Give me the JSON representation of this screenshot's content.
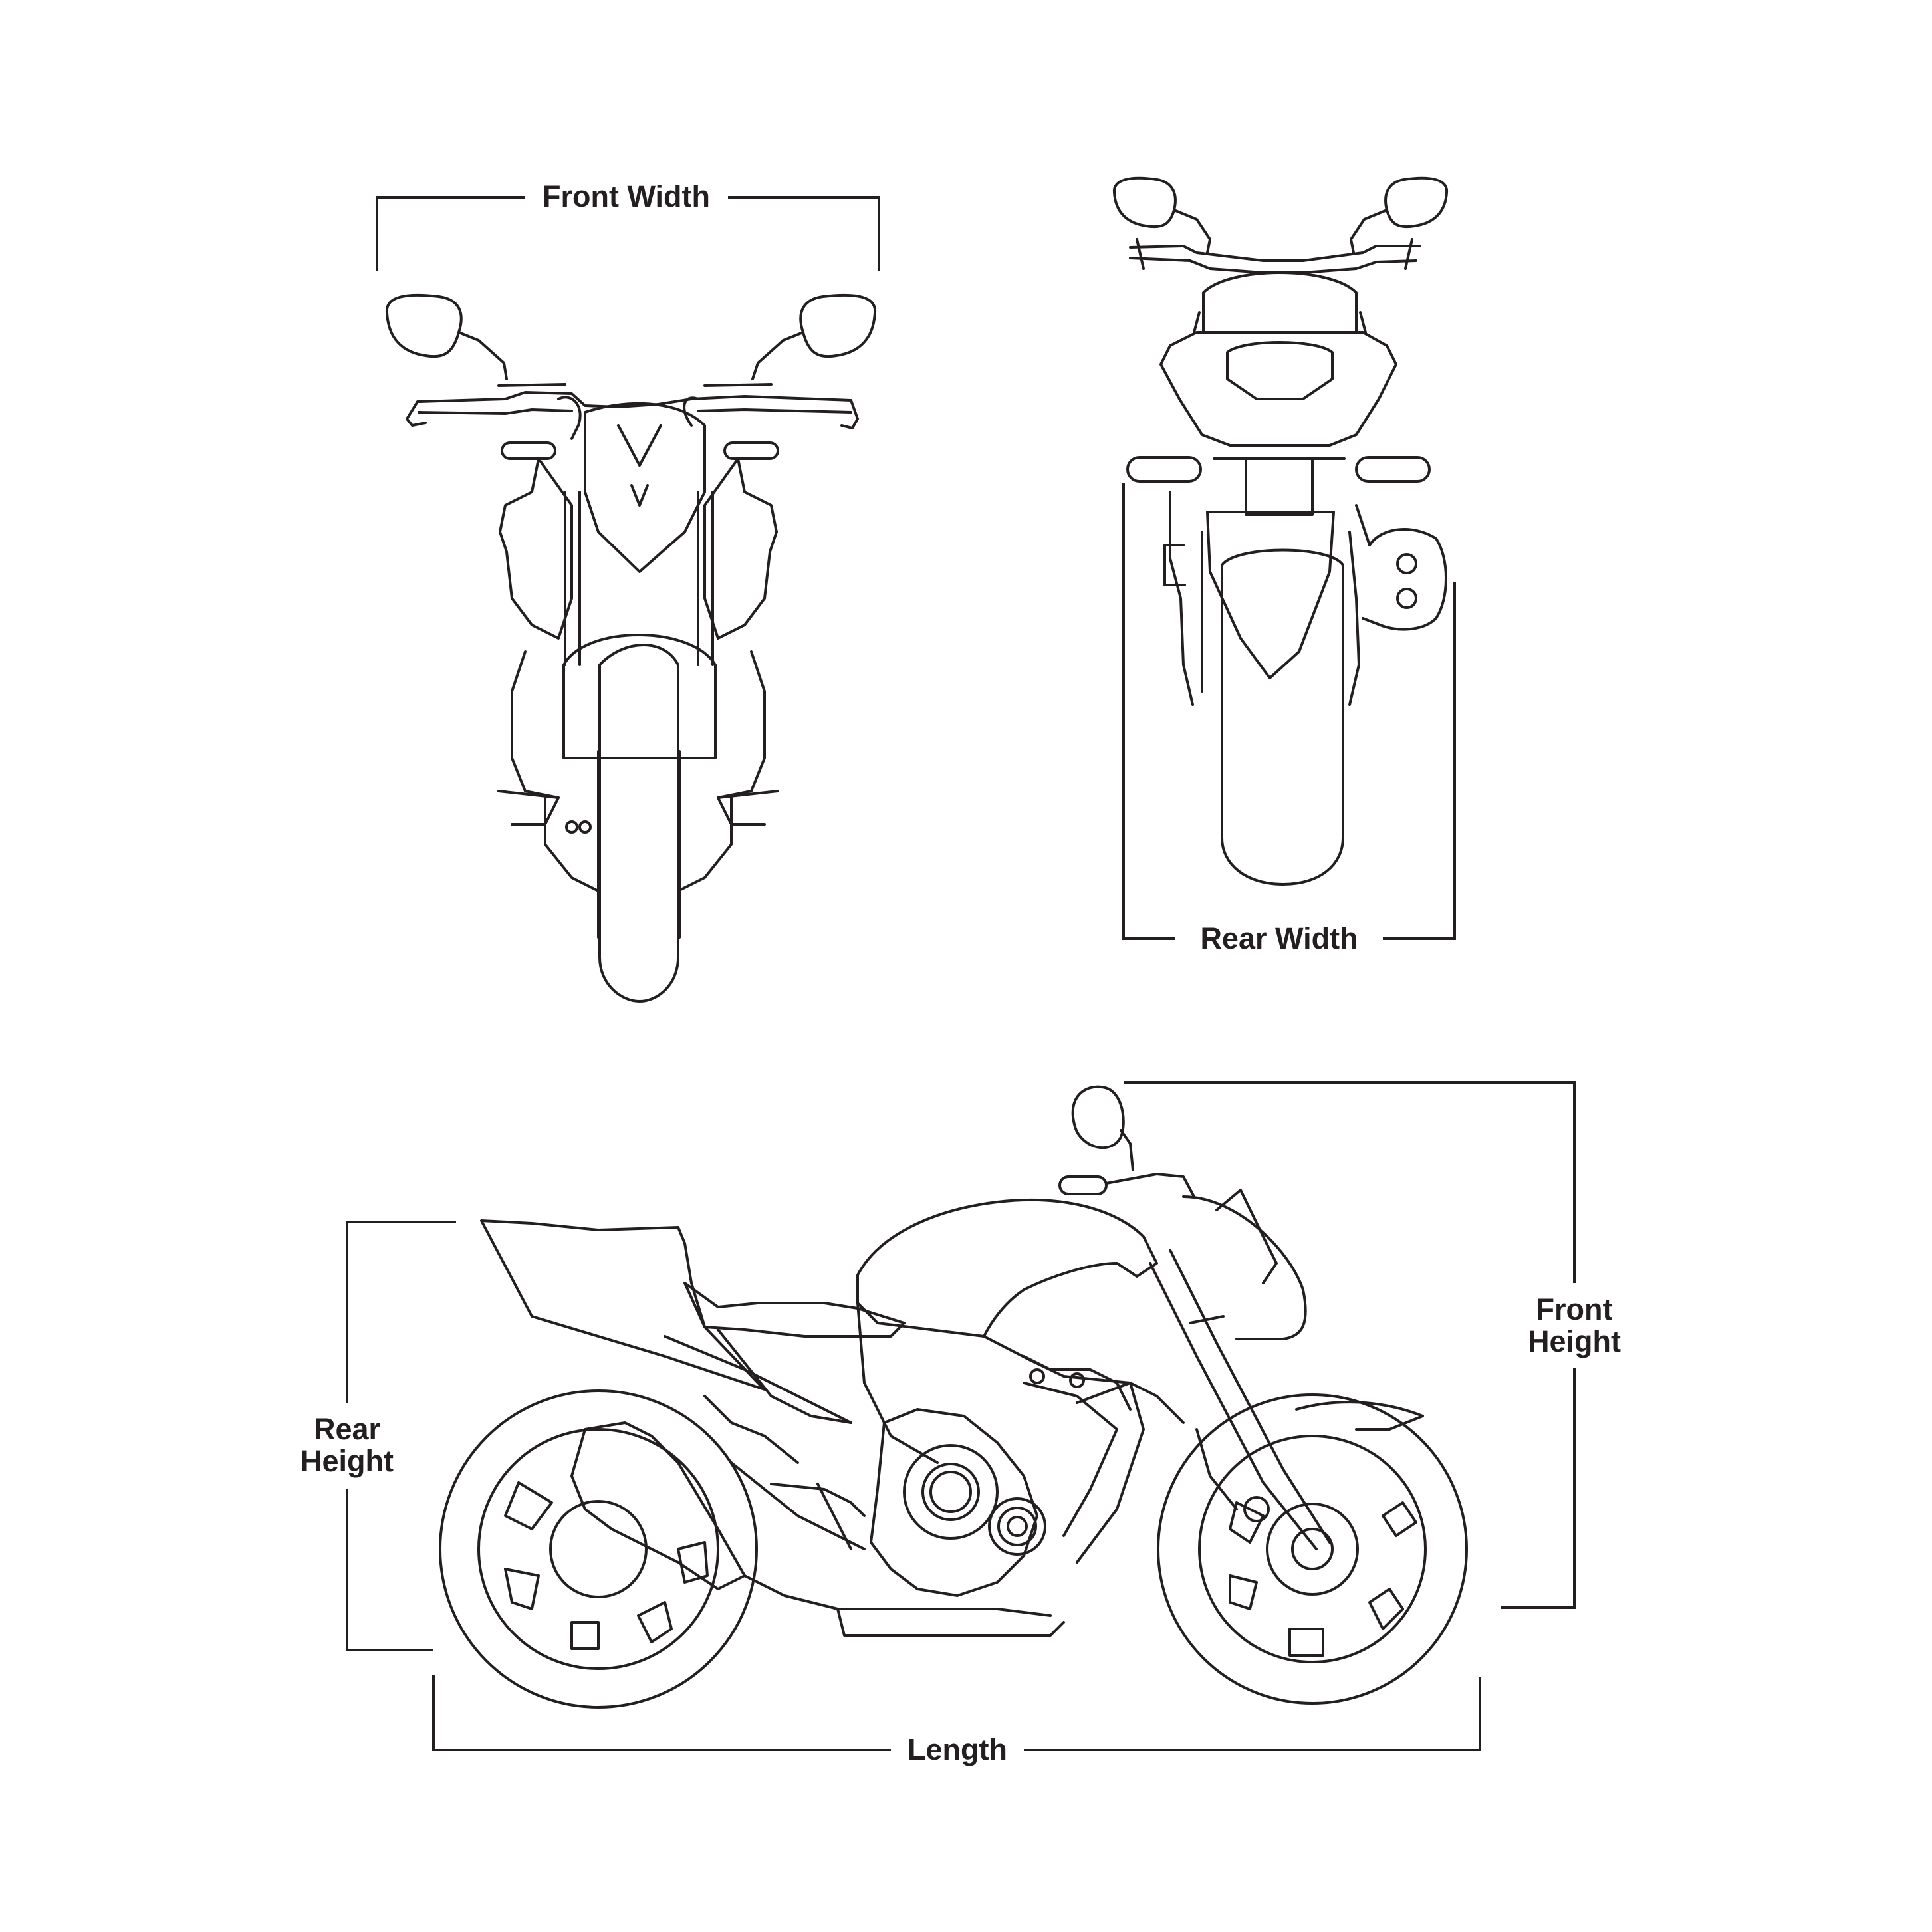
{
  "labels": {
    "front_width": "Front Width",
    "rear_width": "Rear Width",
    "front_height_1": "Front",
    "front_height_2": "Height",
    "rear_height_1": "Rear",
    "rear_height_2": "Height",
    "length": "Length"
  },
  "colors": {
    "ink": "#231f20",
    "background": "#ffffff"
  }
}
